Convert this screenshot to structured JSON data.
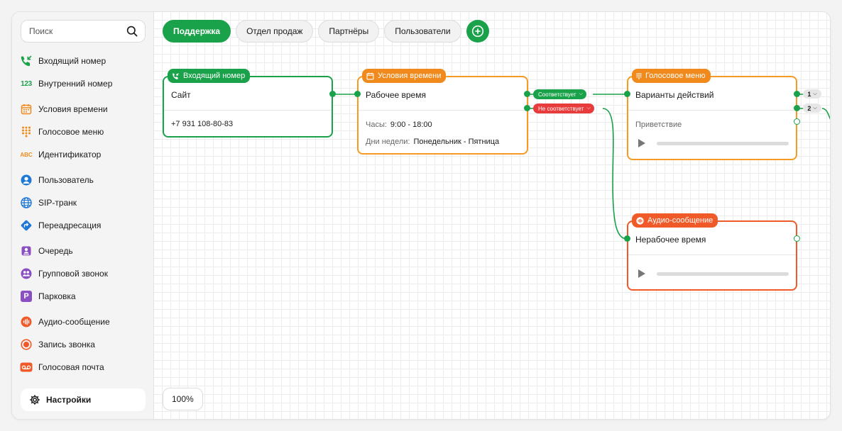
{
  "search": {
    "placeholder": "Поиск"
  },
  "sidebar": {
    "items": [
      {
        "label": "Входящий номер",
        "icon": "incoming-call-icon",
        "color": "#1aa24a"
      },
      {
        "label": "Внутренний номер",
        "icon": "123-icon",
        "color": "#1aa24a"
      },
      {
        "label": "Условия времени",
        "icon": "calendar-icon",
        "color": "#f08a1c"
      },
      {
        "label": "Голосовое меню",
        "icon": "keypad-icon",
        "color": "#f08a1c"
      },
      {
        "label": "Идентификатор",
        "icon": "abc-icon",
        "color": "#f08a1c"
      },
      {
        "label": "Пользователь",
        "icon": "user-icon",
        "color": "#1e78d8"
      },
      {
        "label": "SIP-транк",
        "icon": "globe-icon",
        "color": "#1e78d8"
      },
      {
        "label": "Переадресация",
        "icon": "forward-icon",
        "color": "#1e78d8"
      },
      {
        "label": "Очередь",
        "icon": "queue-icon",
        "color": "#8a4fc0"
      },
      {
        "label": "Групповой звонок",
        "icon": "group-icon",
        "color": "#8a4fc0"
      },
      {
        "label": "Парковка",
        "icon": "parking-icon",
        "color": "#8a4fc0"
      },
      {
        "label": "Аудио-сообщение",
        "icon": "audio-message-icon",
        "color": "#f05a28"
      },
      {
        "label": "Запись звонка",
        "icon": "record-icon",
        "color": "#f05a28"
      },
      {
        "label": "Голосовая почта",
        "icon": "voicemail-icon",
        "color": "#f05a28"
      }
    ],
    "abc_text": "ABC",
    "num_text": "123",
    "parking_letter": "P",
    "settings_label": "Настройки"
  },
  "tabs": [
    {
      "label": "Поддержка",
      "active": true
    },
    {
      "label": "Отдел продаж",
      "active": false
    },
    {
      "label": "Партнёры",
      "active": false
    },
    {
      "label": "Пользователи",
      "active": false
    }
  ],
  "nodes": {
    "incoming": {
      "badge": "Входящий номер",
      "title": "Сайт",
      "phone": "+7 931 108-80-83"
    },
    "time": {
      "badge": "Условия времени",
      "title": "Рабочее время",
      "hours_label": "Часы:",
      "hours_value": "9:00 - 18:00",
      "days_label": "Дни недели:",
      "days_value": "Понедельник - Пятница"
    },
    "ivr": {
      "badge": "Голосовое меню",
      "title": "Варианты действий",
      "greeting": "Приветствие"
    },
    "audio": {
      "badge": "Аудио-сообщение",
      "title": "Нерабочее время"
    }
  },
  "conditions": {
    "match": "Соответствует",
    "nomatch": "Не соответствует"
  },
  "ivr_options": [
    "1",
    "2"
  ],
  "zoom": "100%",
  "colors": {
    "green": "#1aa24a",
    "orange": "#f59a24",
    "red": "#f05a28"
  }
}
